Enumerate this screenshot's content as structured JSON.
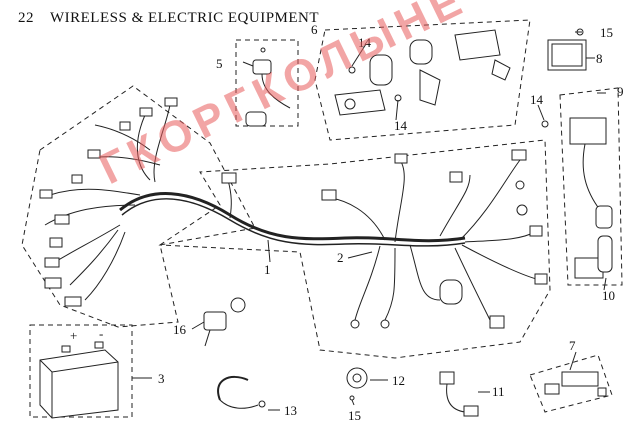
{
  "header": {
    "page_number": "22",
    "title": "WIRELESS & ELECTRIC EQUIPMENT"
  },
  "watermark": {
    "text": "ГКОРГКОЛЫНЕ"
  },
  "callouts": [
    {
      "key": "c1",
      "label": "1"
    },
    {
      "key": "c2",
      "label": "2"
    },
    {
      "key": "c3",
      "label": "3"
    },
    {
      "key": "c5",
      "label": "5"
    },
    {
      "key": "c6",
      "label": "6"
    },
    {
      "key": "c7",
      "label": "7"
    },
    {
      "key": "c8",
      "label": "8"
    },
    {
      "key": "c9",
      "label": "9"
    },
    {
      "key": "c10",
      "label": "10"
    },
    {
      "key": "c11",
      "label": "11"
    },
    {
      "key": "c12",
      "label": "12"
    },
    {
      "key": "c13",
      "label": "13"
    },
    {
      "key": "c14a",
      "label": "14"
    },
    {
      "key": "c14b",
      "label": "14"
    },
    {
      "key": "c14c",
      "label": "14"
    },
    {
      "key": "c15a",
      "label": "15"
    },
    {
      "key": "c15b",
      "label": "15"
    },
    {
      "key": "c16",
      "label": "16"
    }
  ],
  "battery_terminals": {
    "positive": "+",
    "negative": "-"
  }
}
